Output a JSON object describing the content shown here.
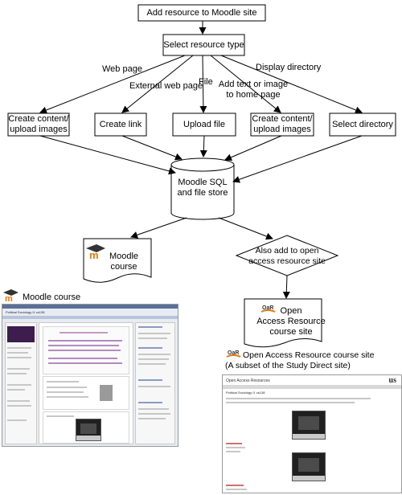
{
  "nodes": {
    "add_resource": "Add resource to Moodle site",
    "select_type": "Select resource type",
    "create_content_1": [
      "Create content/",
      "upload images"
    ],
    "create_link": "Create link",
    "upload_file": "Upload file",
    "create_content_2": [
      "Create content/",
      "upload images"
    ],
    "select_directory": "Select directory",
    "store": [
      "Moodle SQL",
      "and file store"
    ],
    "moodle_course": [
      "Moodle",
      "course"
    ],
    "also_add": [
      "Also add to open",
      "access resource site"
    ],
    "oar_course": [
      "Open",
      "Access Resource",
      "course site"
    ]
  },
  "edges": {
    "web_page": "Web page",
    "external_web_page": "External web page",
    "file": "File",
    "add_text": [
      "Add text or image",
      "to home page"
    ],
    "display_directory": "Display directory"
  },
  "captions": {
    "moodle_course": "Moodle course",
    "oar_site": "Open Access Resource course site",
    "oar_site_sub": "(A subset of the Study Direct site)"
  },
  "logos": {
    "moodle": "m",
    "oar": "OaR",
    "us": "us"
  },
  "screenshots": {
    "moodle_title": "Political Sociology I1 cs138",
    "oar_header": "Open Access Resources",
    "oar_title": "Political Sociology I1 cs138"
  }
}
